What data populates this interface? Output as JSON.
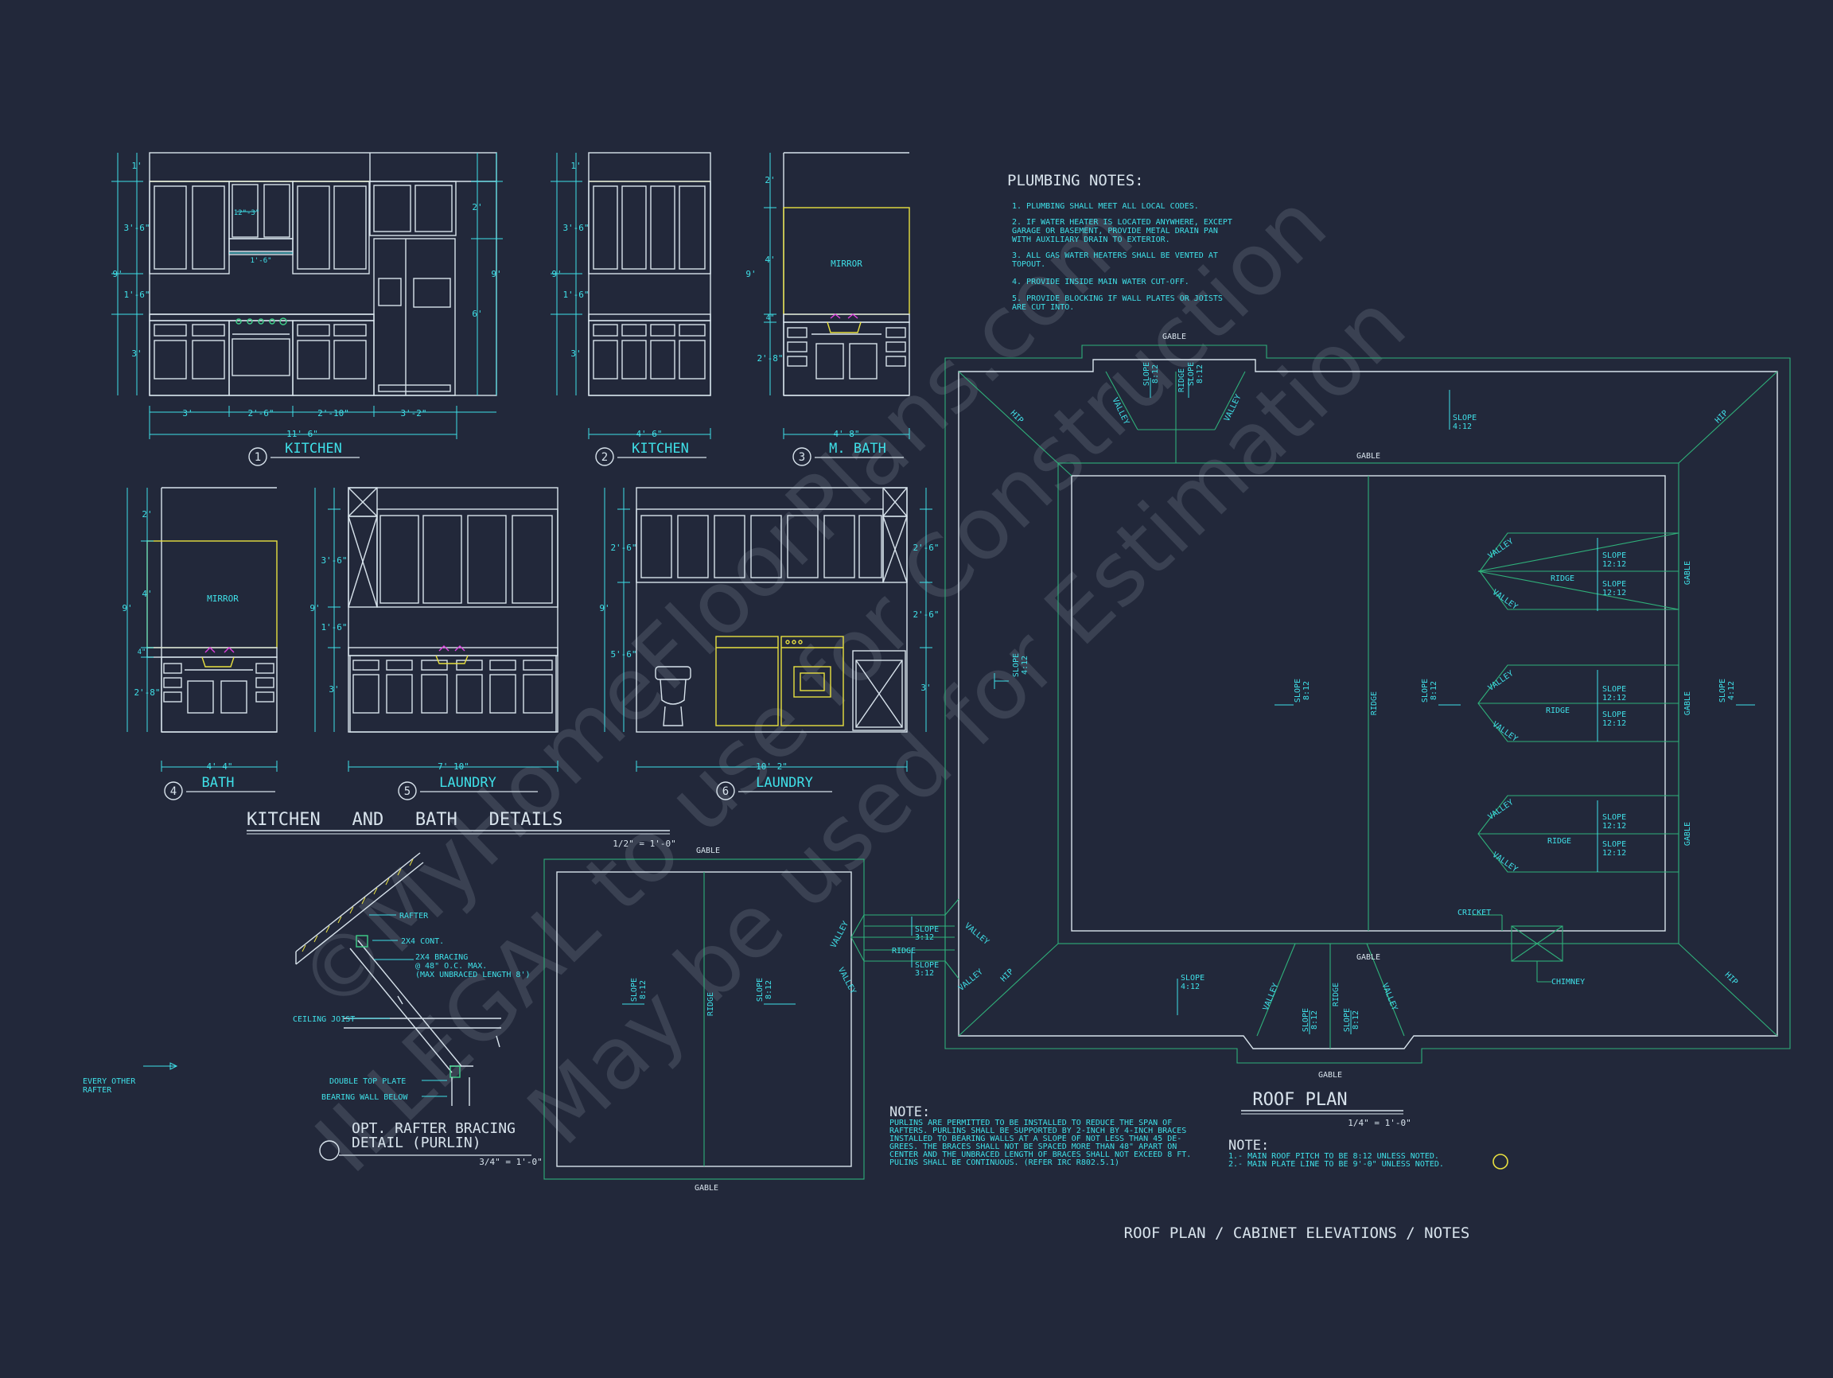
{
  "sheet_title": "ROOF PLAN / CABINET ELEVATIONS / NOTES",
  "watermark": {
    "line1": "©MyHomeFloorPlans.com",
    "line2": "ILLEGAL to use for Construction",
    "line3": "May be used for Estimation"
  },
  "colors": {
    "background": "#22283a",
    "cyan": "#3fe0e8",
    "white": "#d8e3ec",
    "yellow": "#e8e040",
    "green": "#2fb07a",
    "magenta": "#e040e0"
  },
  "details_section": {
    "title": "KITCHEN   AND   BATH   DETAILS",
    "scale": "1/2\" = 1'-0\""
  },
  "elevations": [
    {
      "num": "1",
      "label": "KITCHEN",
      "dims": {
        "overall": "11'-6\"",
        "seg1": "3'",
        "seg2": "2'-6\"",
        "seg3": "2'-10\"",
        "seg4": "3'-2\"",
        "upper": "3'-6\"",
        "mid": "1'-6\"",
        "base": "3'",
        "top": "1'",
        "total": "9'",
        "right": "2'",
        "right2": "6'",
        "right3": "9'",
        "micro": "12\"-3\"",
        "micro2": "1'-6\""
      }
    },
    {
      "num": "2",
      "label": "KITCHEN",
      "dims": {
        "overall": "4'-6\"",
        "upper": "3'-6\"",
        "mid": "1'-6\"",
        "base": "3'",
        "top": "1'",
        "total": "9'"
      }
    },
    {
      "num": "3",
      "label": "M. BATH",
      "dims": {
        "overall": "4'-8\"",
        "top": "2'",
        "mirror": "4'",
        "tiny": "4\"",
        "base": "2'-8\"",
        "total": "9'",
        "mirror_label": "MIRROR"
      }
    },
    {
      "num": "4",
      "label": "BATH",
      "dims": {
        "overall": "4'-4\"",
        "top": "2'",
        "mirror": "4'",
        "tiny": "4\"",
        "base": "2'-8\"",
        "total": "9'",
        "mirror_label": "MIRROR"
      }
    },
    {
      "num": "5",
      "label": "LAUNDRY",
      "dims": {
        "overall": "7'-10\"",
        "upper": "3'-6\"",
        "mid": "1'-6\"",
        "base": "3'",
        "total": "9'"
      }
    },
    {
      "num": "6",
      "label": "LAUNDRY",
      "dims": {
        "overall": "10'-2\"",
        "upper": "2'-6\"",
        "mid": "5'-6\"",
        "total": "9'",
        "r1": "2'-6\"",
        "r2": "2'-6\"",
        "r3": "3'"
      }
    }
  ],
  "plumbing_notes": {
    "title": "PLUMBING NOTES:",
    "lines": [
      "1. PLUMBING SHALL MEET ALL LOCAL CODES.",
      "2. IF WATER HEATER IS LOCATED ANYWHERE, EXCEPT",
      "GARAGE OR BASEMENT, PROVIDE METAL DRAIN PAN",
      "WITH AUXILIARY DRAIN TO EXTERIOR.",
      "3. ALL GAS WATER HEATERS SHALL BE VENTED AT",
      "TOPOUT.",
      "4. PROVIDE INSIDE MAIN WATER CUT-OFF.",
      "5. PROVIDE BLOCKING IF WALL PLATES OR JOISTS",
      "ARE CUT INTO."
    ]
  },
  "purlin_detail": {
    "title1": "OPT. RAFTER BRACING",
    "title2": "DETAIL (PURLIN)",
    "scale": "3/4\" = 1'-0\"",
    "rafter": "RAFTER",
    "cont": "2X4 CONT.",
    "bracing1": "2X4 BRACING",
    "bracing2": "@ 48\" O.C. MAX.",
    "bracing3": "(MAX UNBRACED LENGTH 8')",
    "ceiling": "CEILING JOIST",
    "plate": "DOUBLE TOP PLATE",
    "wall": "BEARING WALL BELOW",
    "every1": "EVERY OTHER",
    "every2": "RAFTER"
  },
  "note_purlins": {
    "title": "NOTE:",
    "lines": [
      "PURLINS ARE PERMITTED TO BE INSTALLED TO REDUCE THE SPAN OF",
      "RAFTERS. PURLINS SHALL BE SUPPORTED BY 2-INCH BY 4-INCH BRACES",
      "INSTALLED TO BEARING WALLS AT A SLOPE OF NOT LESS THAN 45 DE-",
      "GREES. THE BRACES SHALL NOT BE SPACED MORE THAN 48\" APART ON",
      "CENTER AND THE UNBRACED LENGTH OF BRACES SHALL NOT EXCEED 8 FT.",
      "PULINS SHALL BE CONTINUOUS. (REFER IRC R802.5.1)"
    ]
  },
  "note_roof": {
    "title": "NOTE:",
    "lines": [
      "1.- MAIN ROOF PITCH TO BE 8:12 UNLESS NOTED.",
      "2.- MAIN PLATE LINE TO BE 9'-0\" UNLESS NOTED."
    ]
  },
  "roof_plan": {
    "title": "ROOF PLAN",
    "scale": "1/4\" = 1'-0\"",
    "gable": "GABLE",
    "hip": "HIP",
    "valley": "VALLEY",
    "ridge": "RIDGE",
    "slope": "SLOPE",
    "cricket": "CRICKET",
    "chimney": "CHIMNEY",
    "p812": "8:12",
    "p412": "4:12",
    "p1212": "12:12",
    "p312": "3:12"
  }
}
